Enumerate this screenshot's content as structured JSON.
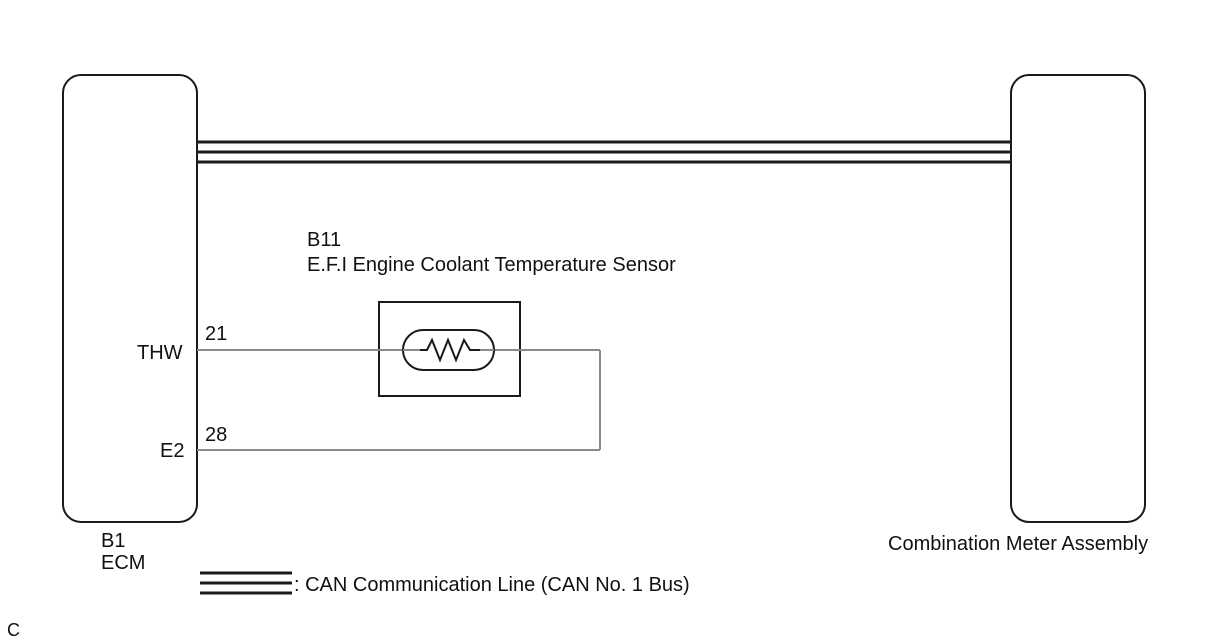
{
  "ecm": {
    "connector": "B1",
    "name": "ECM"
  },
  "sensor": {
    "connector": "B11",
    "name": "E.F.I Engine Coolant Temperature Sensor"
  },
  "meter": {
    "name": "Combination Meter Assembly"
  },
  "pins": {
    "thw": {
      "terminal": "THW",
      "pin": "21"
    },
    "e2": {
      "terminal": "E2",
      "pin": "28"
    }
  },
  "legend": {
    "text": ": CAN Communication Line (CAN No. 1 Bus)"
  },
  "corner_mark": "C",
  "colors": {
    "wire": "#8a8a8a",
    "outline": "#1a1a1a",
    "background": "#ffffff"
  },
  "icons": {
    "sensor_symbol": "thermistor-icon",
    "can_symbol": "can-bus-line-icon"
  }
}
